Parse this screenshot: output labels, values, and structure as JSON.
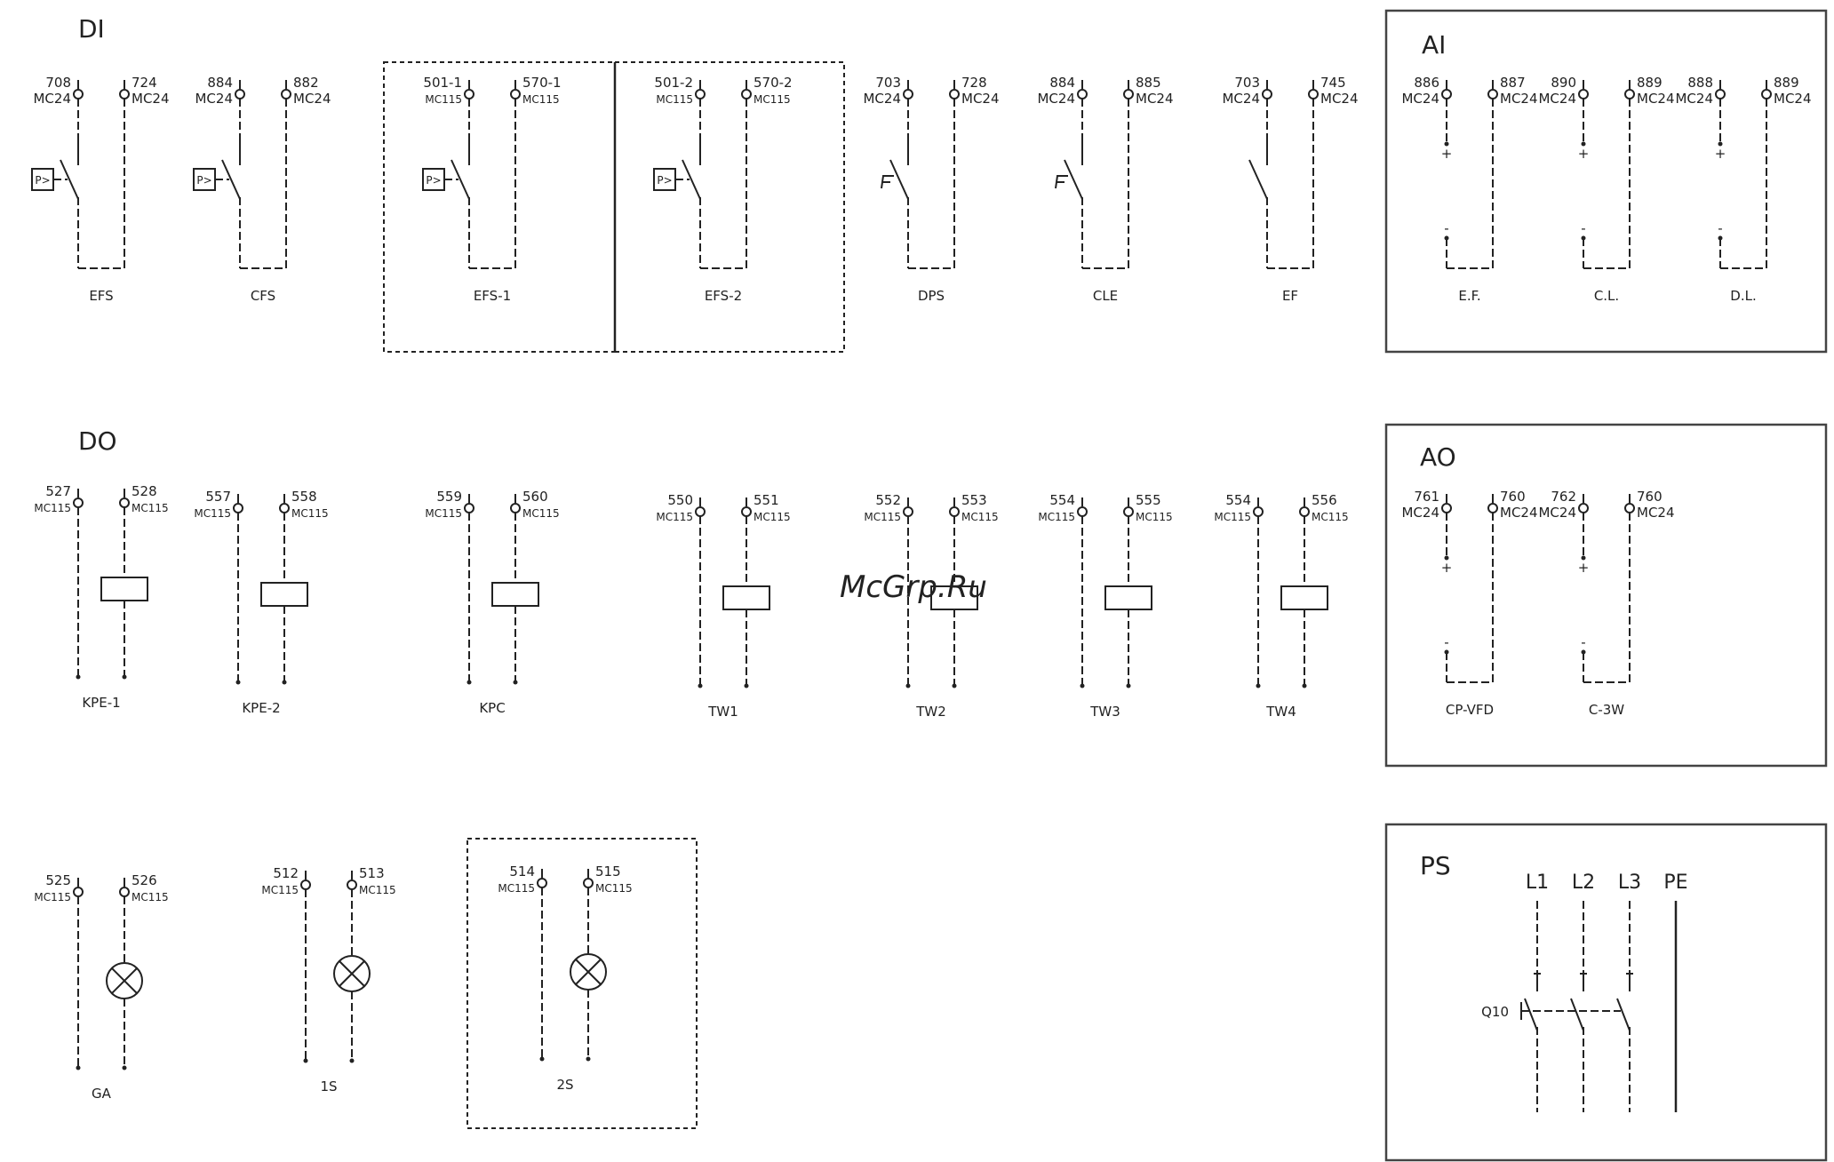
{
  "sections": {
    "di": "DI",
    "ai": "AI",
    "do": "DO",
    "ao": "AO",
    "ps": "PS"
  },
  "watermark": "McGrp.Ru",
  "colors": {
    "line": "#222222",
    "frame": "#444444",
    "watermark": "#d2303a"
  },
  "di": [
    {
      "type": "pressure",
      "label": "EFS",
      "t1": "708",
      "m1": "MC24",
      "t2": "724",
      "m2": "MC24"
    },
    {
      "type": "pressure",
      "label": "CFS",
      "t1": "884",
      "m1": "MC24",
      "t2": "882",
      "m2": "MC24"
    },
    {
      "type": "pressure",
      "label": "EFS-1",
      "t1": "501-1",
      "m1": "MC115",
      "t2": "570-1",
      "m2": "MC115"
    },
    {
      "type": "pressure",
      "label": "EFS-2",
      "t1": "501-2",
      "m1": "MC115",
      "t2": "570-2",
      "m2": "MC115"
    },
    {
      "type": "flow",
      "label": "DPS",
      "t1": "703",
      "m1": "MC24",
      "t2": "728",
      "m2": "MC24"
    },
    {
      "type": "flow",
      "label": "CLE",
      "t1": "884",
      "m1": "MC24",
      "t2": "885",
      "m2": "MC24"
    },
    {
      "type": "contact",
      "label": "EF",
      "t1": "703",
      "m1": "MC24",
      "t2": "745",
      "m2": "MC24"
    }
  ],
  "ai": [
    {
      "label": "E.F.",
      "t1": "886",
      "m1": "MC24",
      "t2": "887",
      "m2": "MC24",
      "plus": "+",
      "minus": "-"
    },
    {
      "label": "C.L.",
      "t1": "890",
      "m1": "MC24",
      "t2": "889",
      "m2": "MC24",
      "plus": "+",
      "minus": "-"
    },
    {
      "label": "D.L.",
      "t1": "888",
      "m1": "MC24",
      "t2": "889",
      "m2": "MC24",
      "plus": "+",
      "minus": "-"
    }
  ],
  "do": [
    {
      "label": "KPE-1",
      "t1": "527",
      "m1": "MC115",
      "t2": "528",
      "m2": "MC115"
    },
    {
      "label": "KPE-2",
      "t1": "557",
      "m1": "MC115",
      "t2": "558",
      "m2": "MC115"
    },
    {
      "label": "KPC",
      "t1": "559",
      "m1": "MC115",
      "t2": "560",
      "m2": "MC115"
    },
    {
      "label": "TW1",
      "t1": "550",
      "m1": "MC115",
      "t2": "551",
      "m2": "MC115"
    },
    {
      "label": "TW2",
      "t1": "552",
      "m1": "MC115",
      "t2": "553",
      "m2": "MC115"
    },
    {
      "label": "TW3",
      "t1": "554",
      "m1": "MC115",
      "t2": "555",
      "m2": "MC115"
    },
    {
      "label": "TW4",
      "t1": "554",
      "m1": "MC115",
      "t2": "556",
      "m2": "MC115"
    }
  ],
  "ao": [
    {
      "label": "CP-VFD",
      "t1": "761",
      "m1": "MC24",
      "t2": "760",
      "m2": "MC24",
      "plus": "+",
      "minus": "-"
    },
    {
      "label": "C-3W",
      "t1": "762",
      "m1": "MC24",
      "t2": "760",
      "m2": "MC24",
      "plus": "+",
      "minus": "-"
    }
  ],
  "lamps": [
    {
      "label": "GA",
      "t1": "525",
      "m1": "MC115",
      "t2": "526",
      "m2": "MC115"
    },
    {
      "label": "1S",
      "t1": "512",
      "m1": "MC115",
      "t2": "513",
      "m2": "MC115"
    },
    {
      "label": "2S",
      "t1": "514",
      "m1": "MC115",
      "t2": "515",
      "m2": "MC115"
    }
  ],
  "ps": {
    "phases": [
      "L1",
      "L2",
      "L3",
      "PE"
    ],
    "breaker": "Q10"
  }
}
